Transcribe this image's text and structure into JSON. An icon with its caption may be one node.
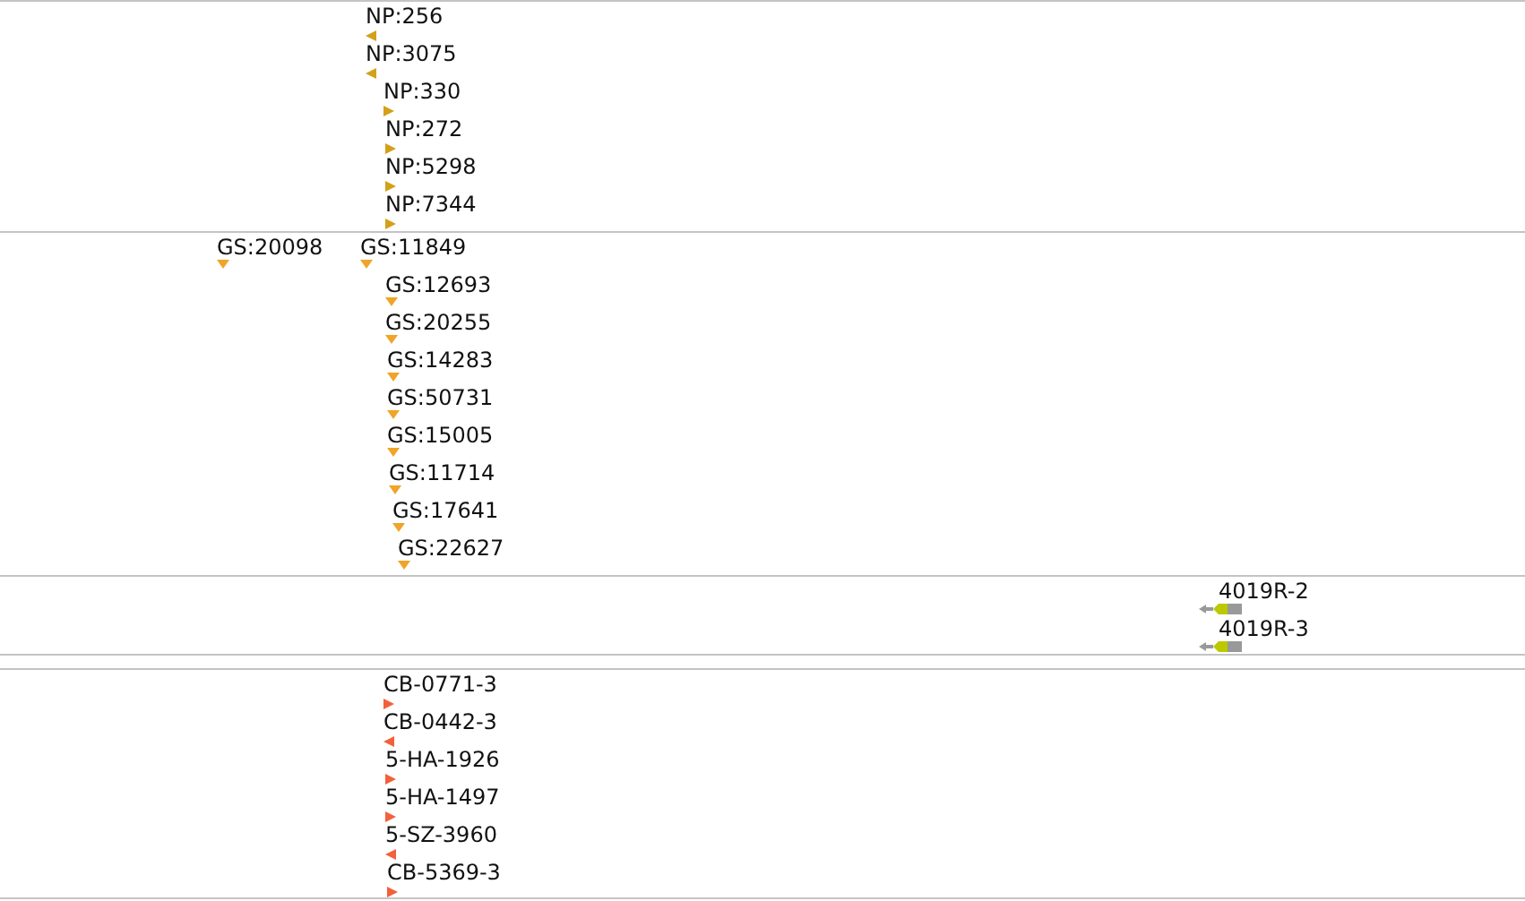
{
  "diagram": {
    "labels": [
      "NP:256",
      "NP:3075",
      "NP:330",
      "NP:272",
      "NP:5298",
      "NP:7344",
      "GS:20098",
      "GS:11849",
      "GS:12693",
      "GS:20255",
      "GS:14283",
      "GS:50731",
      "GS:15005",
      "GS:11714",
      "GS:17641",
      "GS:22627",
      "4019R-2",
      "4019R-3",
      "CB-0771-3",
      "CB-0442-3",
      "5-HA-1926",
      "5-HA-1497",
      "5-SZ-3960",
      "CB-5369-3"
    ]
  }
}
